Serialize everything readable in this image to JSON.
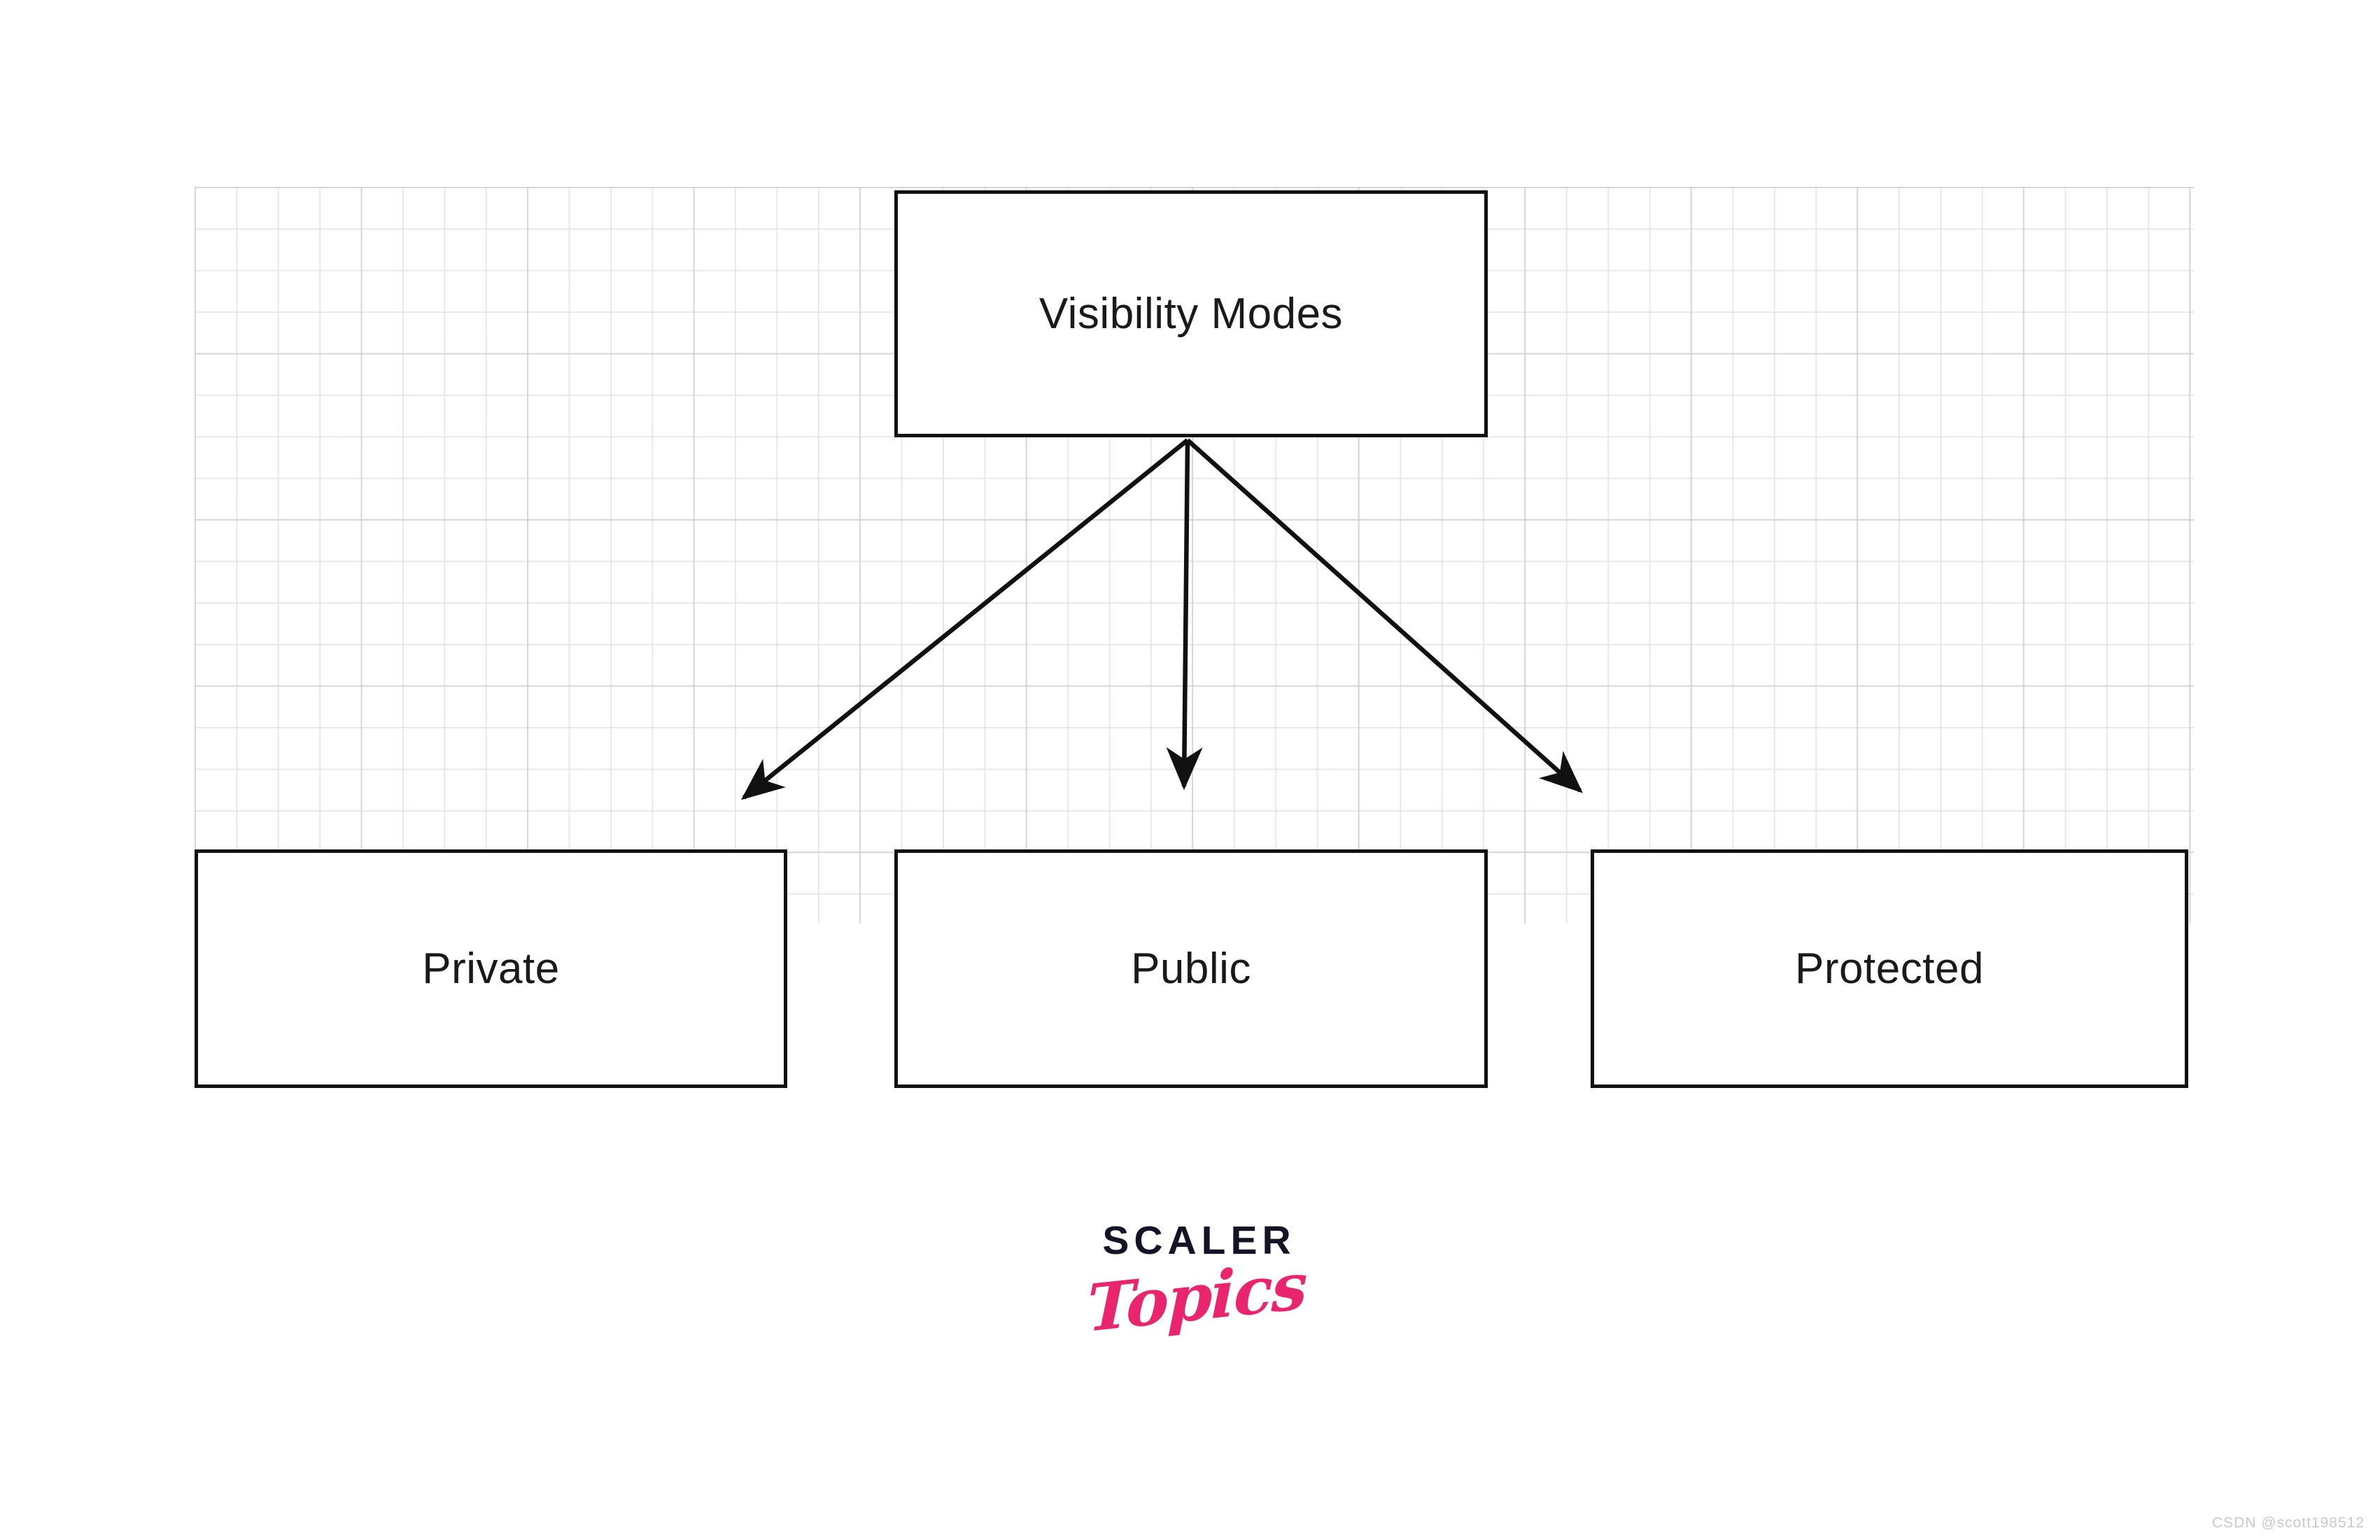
{
  "diagram": {
    "type": "hierarchy-tree",
    "root": {
      "id": "visibility-modes",
      "label": "Visibility Modes"
    },
    "children": [
      {
        "id": "private",
        "label": "Private"
      },
      {
        "id": "public",
        "label": "Public"
      },
      {
        "id": "protected",
        "label": "Protected"
      }
    ],
    "edges": [
      {
        "from": "visibility-modes",
        "to": "private",
        "style": "arrow"
      },
      {
        "from": "visibility-modes",
        "to": "public",
        "style": "arrow"
      },
      {
        "from": "visibility-modes",
        "to": "protected",
        "style": "arrow"
      }
    ],
    "colors": {
      "box_border": "#111111",
      "box_fill": "#ffffff",
      "text": "#1a1a1a",
      "arrow": "#111111",
      "grid_minor": "#e1e1e1",
      "grid_major": "#c8c8c8"
    }
  },
  "branding": {
    "logo_primary": "SCALER",
    "logo_secondary": "Topics",
    "logo_primary_color": "#141427",
    "logo_secondary_color": "#E8256D"
  },
  "watermark": {
    "text": "CSDN @scott198512",
    "color": "#c9c9c9"
  }
}
